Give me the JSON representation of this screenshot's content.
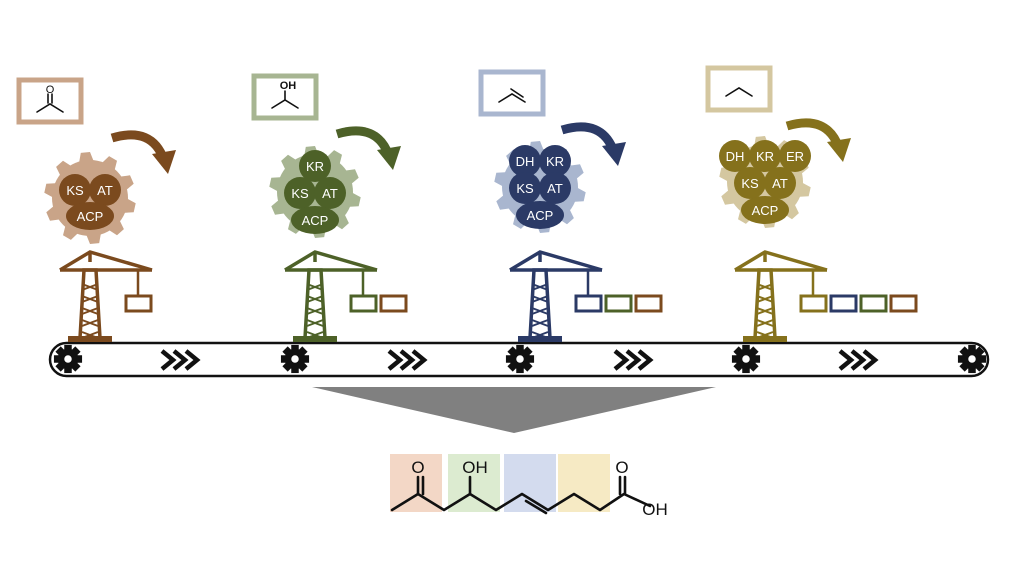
{
  "colors": {
    "module_1": "#7b4a1e",
    "module_1_gear": "#c9a488",
    "module_2": "#4d6128",
    "module_2_gear": "#a7b592",
    "module_3": "#2b3a66",
    "module_3_gear": "#a9b6cf",
    "module_4": "#85711c",
    "module_4_gear": "#d4c7a0",
    "belt": "#111111",
    "funnel": "#808080",
    "hl_1": "#f3d7c6",
    "hl_2": "#dcebd0",
    "hl_3": "#d3dbee",
    "hl_4": "#f6eac4"
  },
  "modules": [
    {
      "domains": [
        "KS",
        "AT",
        "ACP"
      ],
      "unit_icon": "ketone-unit-icon"
    },
    {
      "domains": [
        "KR",
        "KS",
        "AT",
        "ACP"
      ],
      "unit_icon": "hydroxyl-unit-icon",
      "unit_label": "OH"
    },
    {
      "domains": [
        "DH",
        "KR",
        "KS",
        "AT",
        "ACP"
      ],
      "unit_icon": "alkene-unit-icon"
    },
    {
      "domains": [
        "DH",
        "KR",
        "ER",
        "KS",
        "AT",
        "ACP"
      ],
      "unit_icon": "alkane-unit-icon"
    }
  ],
  "product": {
    "labels": {
      "ketone_o": "O",
      "hydroxyl": "OH",
      "acid_o": "O",
      "acid_oh": "OH"
    }
  }
}
